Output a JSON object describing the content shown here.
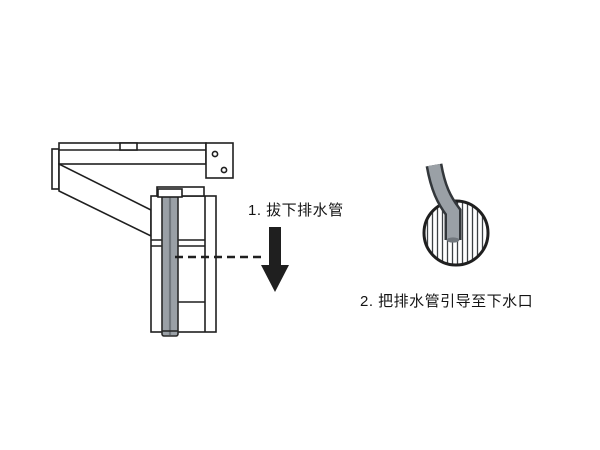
{
  "instructions": {
    "step1": "1. 拔下排水管",
    "step2": "2. 把排水管引导至下水口"
  },
  "colors": {
    "background": "#ffffff",
    "outline": "#1f1f1f",
    "hose_gray": "#9aa0a6",
    "hose_gray_dark": "#70767c",
    "hatch_line": "#3d4144"
  },
  "icons": {
    "down_arrow": "solid black arrow pointing down",
    "dashed_leader": "horizontal dashed leader line",
    "drain_outlet": "circle with vertical hatching (drain opening)",
    "drain_hose": "gray flexible drain hose"
  }
}
